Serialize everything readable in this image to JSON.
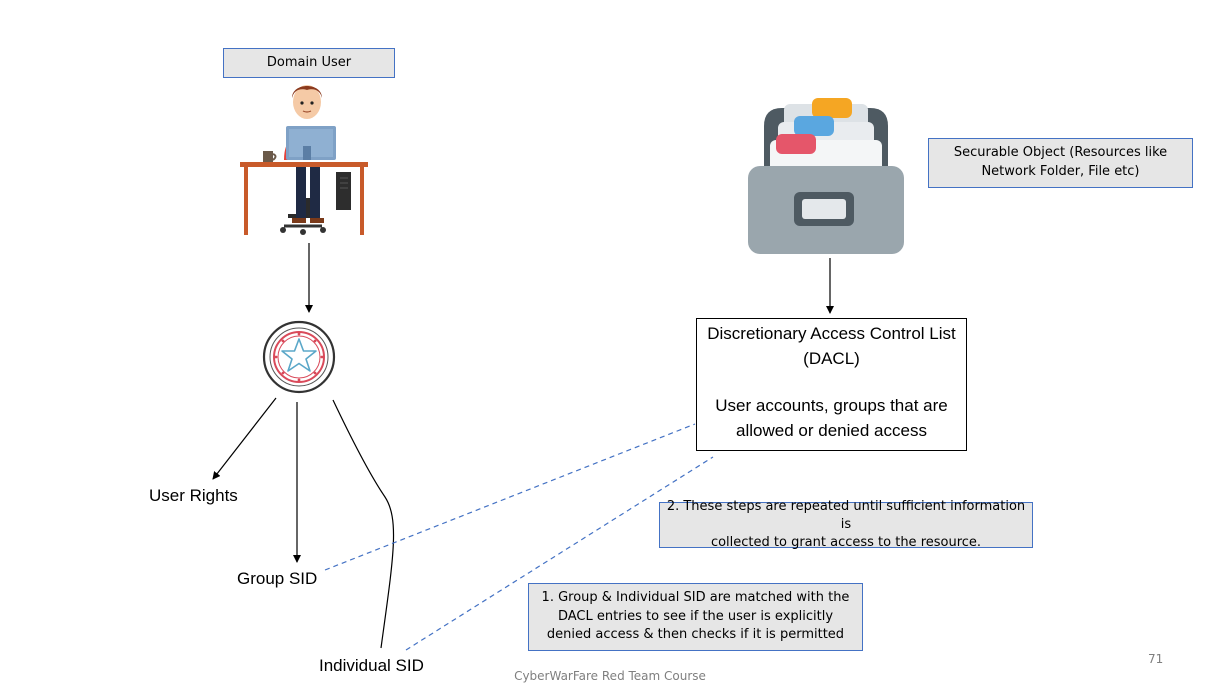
{
  "domain_user": {
    "label": "Domain User"
  },
  "securable_object": {
    "label": "Securable Object (Resources like\nNetwork Folder, File etc)"
  },
  "dacl": {
    "title": "Discretionary Access Control List\n(DACL)",
    "description": "User accounts, groups that are\nallowed or denied access"
  },
  "branches": {
    "user_rights": "User Rights",
    "group_sid": "Group SID",
    "individual_sid": "Individual SID"
  },
  "notes": {
    "step2": "2. These steps are repeated until sufficient information is\ncollected to grant access to the resource.",
    "step1": "1.  Group & Individual SID are matched with the\nDACL entries to see if the user is explicitly\ndenied access & then checks if it is permitted"
  },
  "footer": "CyberWarFare Red Team Course",
  "page_number": "71",
  "colors": {
    "box_border": "#4472c4",
    "box_fill": "#e6e6e6",
    "dash_line": "#4472c4"
  },
  "icons": [
    "person-at-desk-icon",
    "security-token-icon",
    "file-cabinet-icon"
  ]
}
